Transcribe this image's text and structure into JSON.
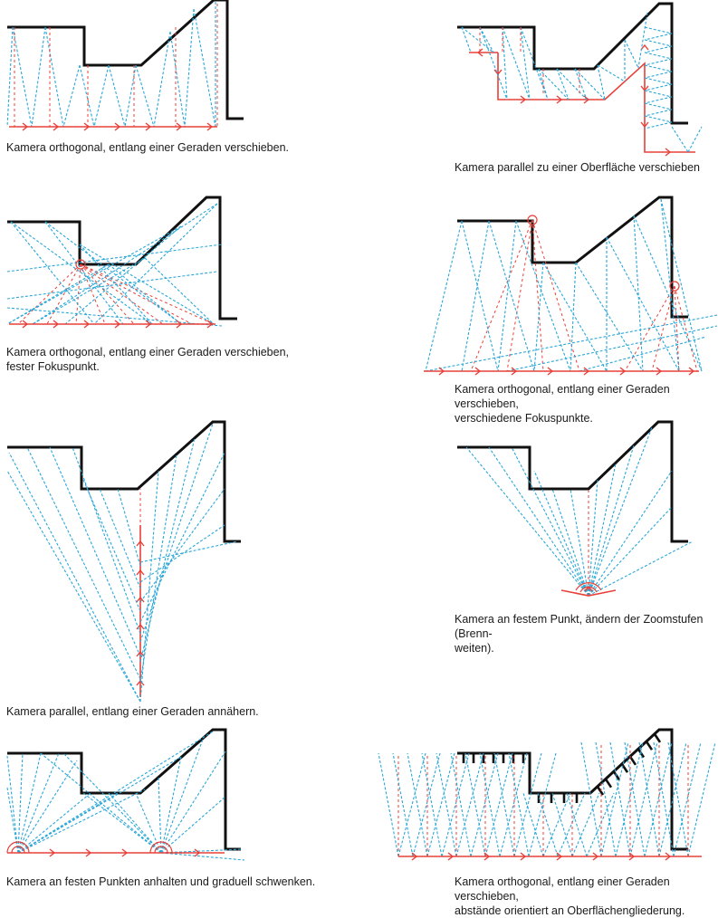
{
  "colors": {
    "ray": "#2aa7d8",
    "path": "#e8403a",
    "wall": "#111111",
    "text": "#1a1a1a",
    "background": "#ffffff"
  },
  "panels": [
    {
      "id": "p1",
      "caption": "Kamera orthogonal, entlang einer Geraden verschieben."
    },
    {
      "id": "p2",
      "caption": "Kamera parallel zu einer Oberfläche verschieben"
    },
    {
      "id": "p3",
      "caption": "Kamera orthogonal, entlang einer Geraden verschieben,\nfester Fokuspunkt."
    },
    {
      "id": "p4",
      "caption": "Kamera orthogonal, entlang einer Geraden verschieben,\nverschiedene Fokuspunkte."
    },
    {
      "id": "p5",
      "caption": "Kamera parallel, entlang einer Geraden annähern."
    },
    {
      "id": "p6",
      "caption": "Kamera an  festem Punkt, ändern der Zoomstufen (Brenn-\nweiten)."
    },
    {
      "id": "p7",
      "caption": "Kamera an festen Punkten anhalten und graduell schwenken."
    },
    {
      "id": "p8",
      "caption": "Kamera orthogonal, entlang einer Geraden verschieben,\nabstände orientiert an Oberflächengliederung."
    }
  ]
}
